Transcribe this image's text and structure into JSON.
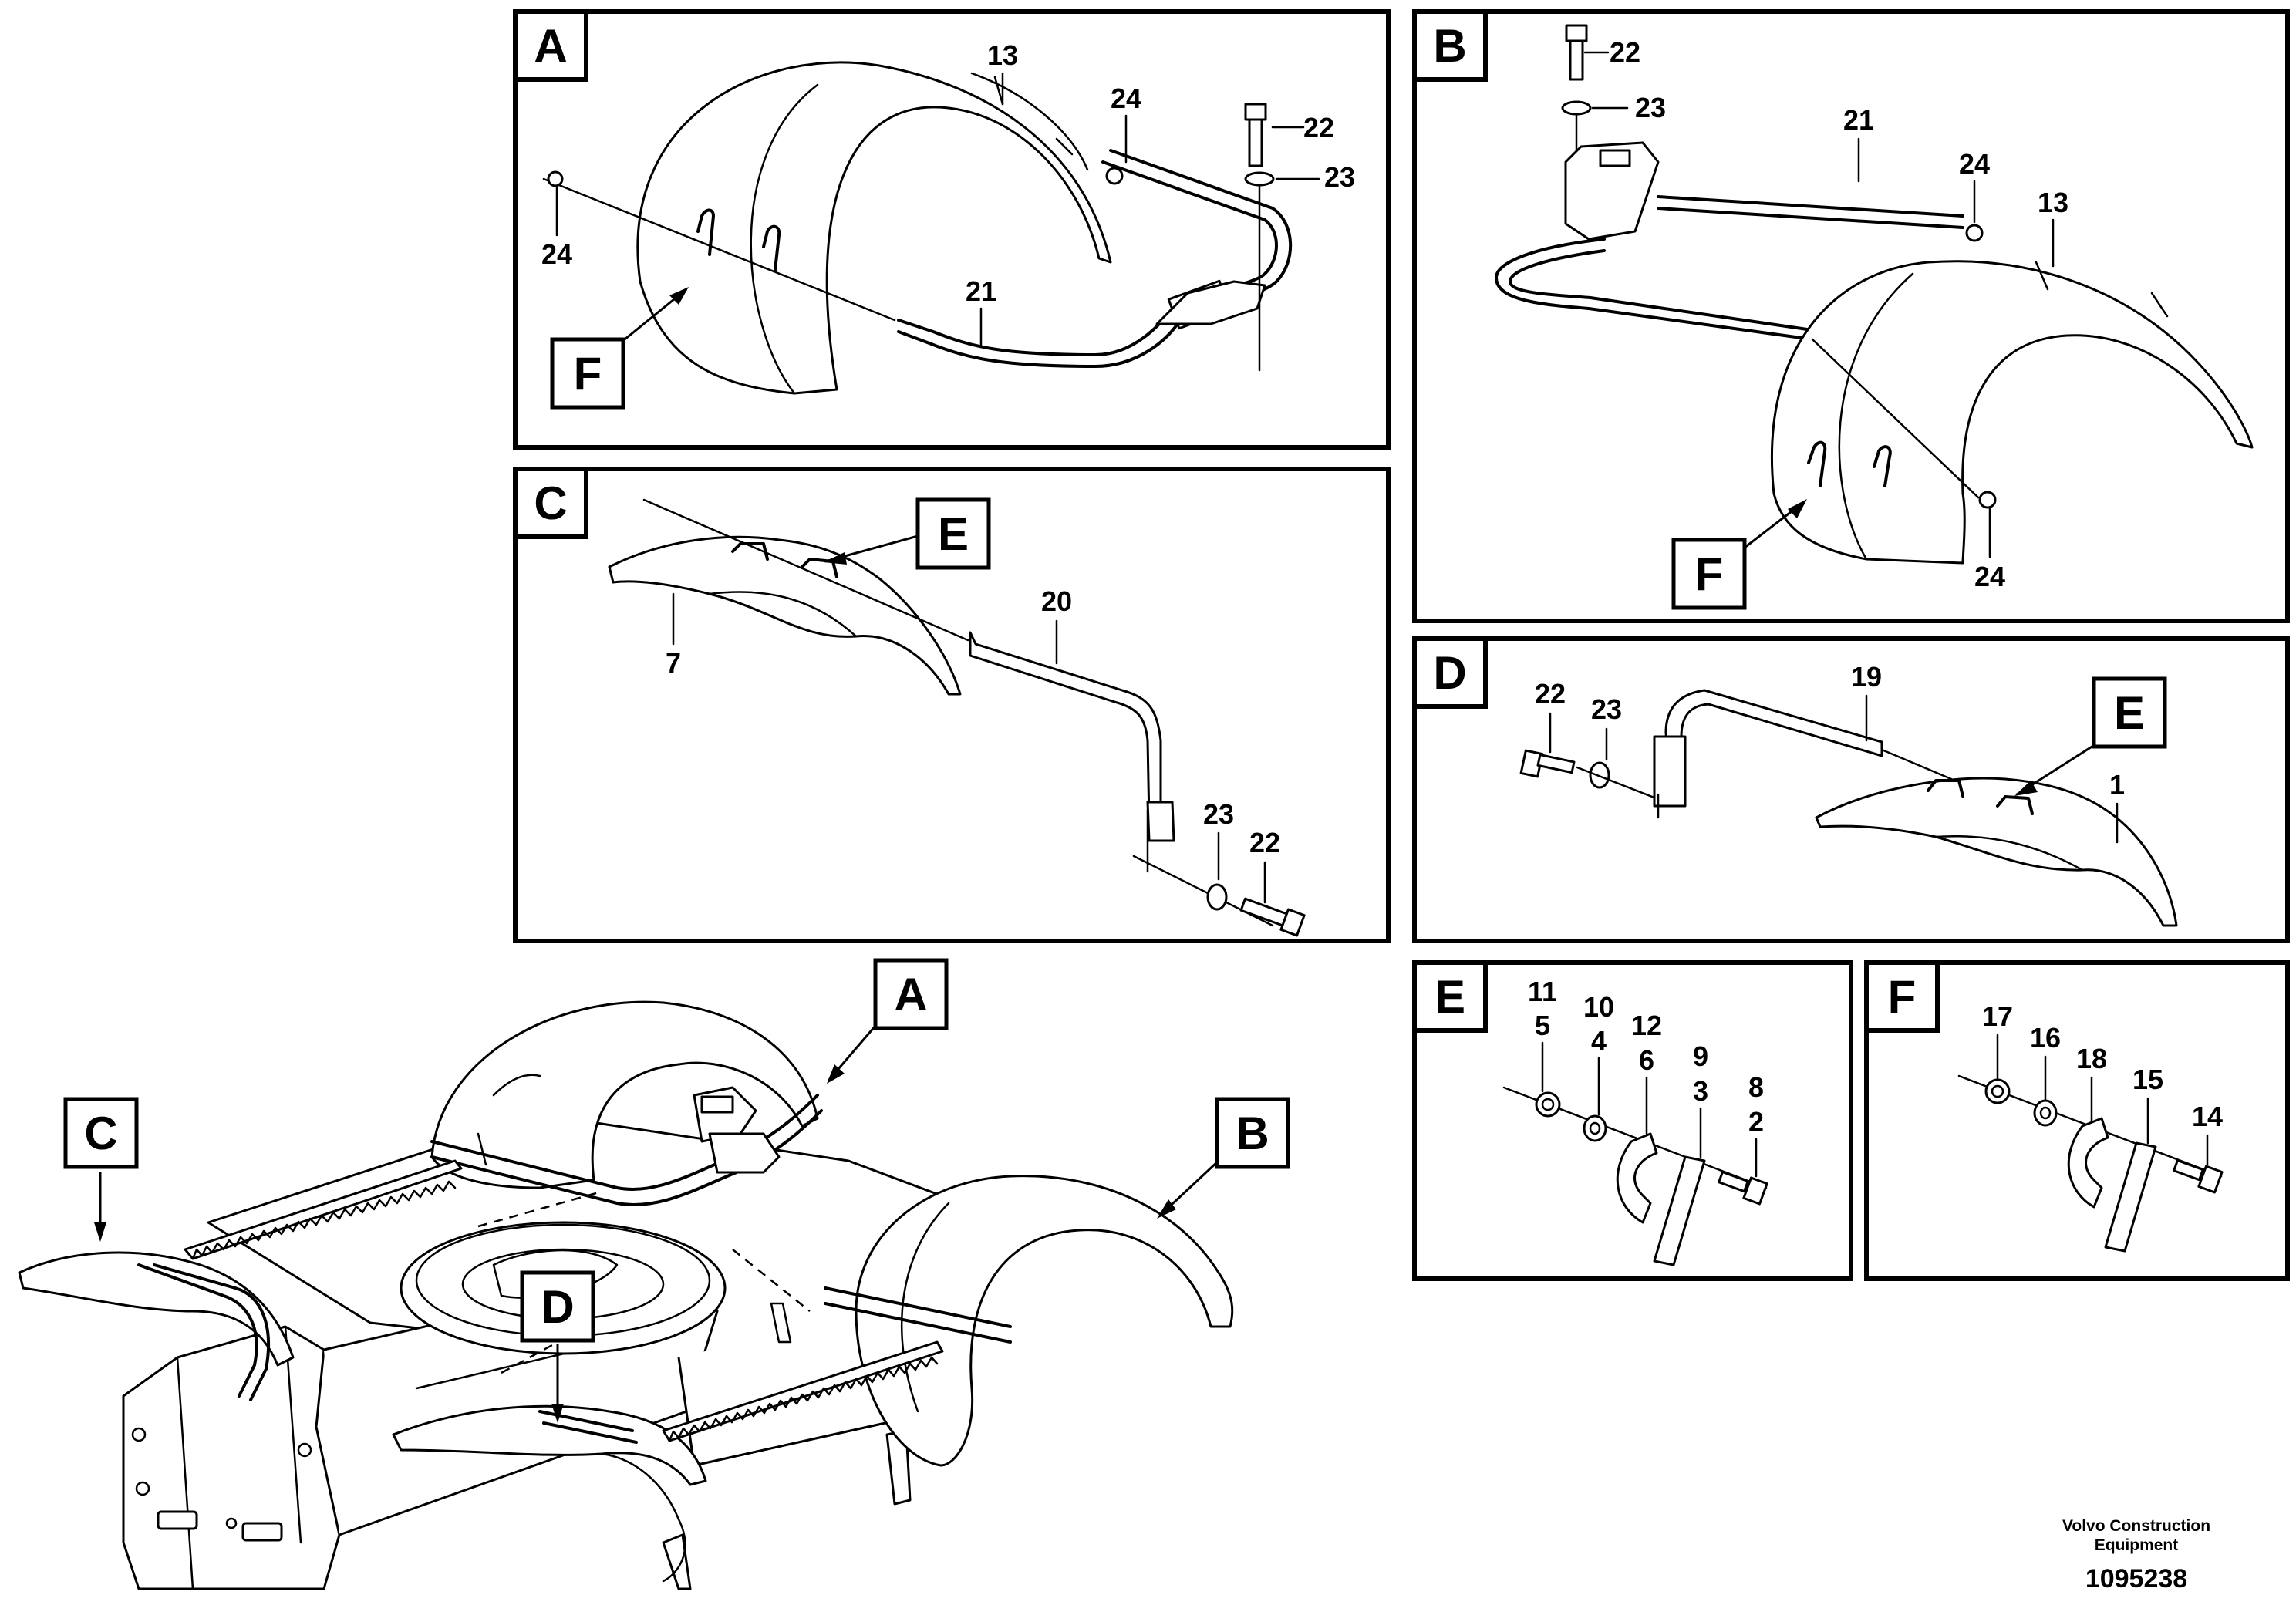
{
  "panels": {
    "a": {
      "letter": "A",
      "parts": [
        "13",
        "24",
        "22",
        "23",
        "24",
        "21"
      ],
      "callout": "F"
    },
    "b": {
      "letter": "B",
      "parts": [
        "22",
        "23",
        "21",
        "24",
        "13",
        "24"
      ],
      "callout": "F"
    },
    "c": {
      "letter": "C",
      "parts": [
        "7",
        "20",
        "23",
        "22"
      ],
      "callout": "E"
    },
    "d": {
      "letter": "D",
      "parts": [
        "22",
        "23",
        "19",
        "1"
      ],
      "callout": "E"
    },
    "e": {
      "letter": "E",
      "parts": [
        "11",
        "5",
        "10",
        "4",
        "12",
        "6",
        "9",
        "3",
        "8",
        "2"
      ]
    },
    "f": {
      "letter": "F",
      "parts": [
        "17",
        "16",
        "18",
        "15",
        "14"
      ]
    }
  },
  "overview": {
    "callouts": [
      "A",
      "B",
      "C",
      "D"
    ]
  },
  "footer": {
    "line1": "Volvo Construction",
    "line2": "Equipment",
    "drawing_number": "1095238"
  }
}
